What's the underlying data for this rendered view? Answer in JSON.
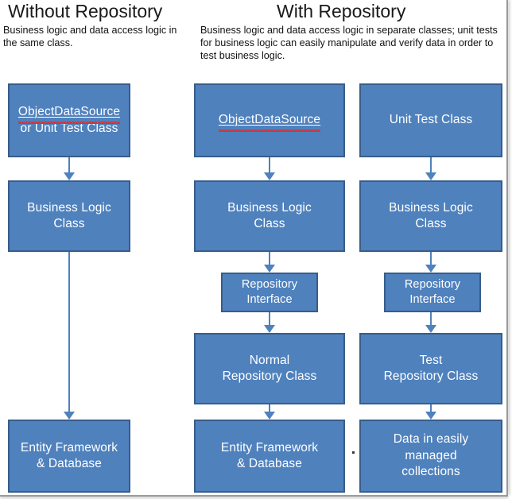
{
  "diagram": {
    "type": "flowchart",
    "title_left": "Without Repository",
    "title_right": "With Repository",
    "description_left": "Business logic and data access logic in the same class.",
    "description_right": "Business logic and data access logic in separate classes; unit tests for business logic can easily manipulate and verify data in order to test business logic.",
    "colors": {
      "node_fill": "#4F81BD",
      "node_border": "#385D8A",
      "node_text": "#FFFFFF",
      "arrow": "#4F81BD",
      "heading_text": "#1A1A1A",
      "spellcheck_underline": "#E03030",
      "page_frame": "#9A9A9A",
      "background": "#FFFFFF"
    },
    "columns": [
      {
        "id": "without-repository",
        "group": "Without Repository",
        "nodes": [
          {
            "id": "odsa-or-unit-test",
            "line1": "ObjectDataSource",
            "line2": "or Unit Test Class",
            "misspelled_first_line": true
          },
          {
            "id": "business-logic-class-1",
            "line1": "Business Logic",
            "line2": "Class",
            "misspelled_first_line": false
          },
          {
            "id": "entity-framework-database-1",
            "line1": "Entity Framework",
            "line2": "& Database",
            "misspelled_first_line": false
          }
        ]
      },
      {
        "id": "with-repository-normal",
        "group": "With Repository",
        "nodes": [
          {
            "id": "objectdatasource",
            "line1": "ObjectDataSource",
            "line2": "",
            "misspelled_first_line": true
          },
          {
            "id": "business-logic-class-2",
            "line1": "Business Logic",
            "line2": "Class",
            "misspelled_first_line": false
          },
          {
            "id": "repository-interface-1",
            "line1": "Repository",
            "line2": "Interface",
            "misspelled_first_line": false
          },
          {
            "id": "normal-repository-class",
            "line1": "Normal",
            "line2": "Repository Class",
            "misspelled_first_line": false
          },
          {
            "id": "entity-framework-database-2",
            "line1": "Entity Framework",
            "line2": "& Database",
            "misspelled_first_line": false
          }
        ]
      },
      {
        "id": "with-repository-test",
        "group": "With Repository",
        "nodes": [
          {
            "id": "unit-test-class",
            "line1": "Unit Test Class",
            "line2": "",
            "misspelled_first_line": false
          },
          {
            "id": "business-logic-class-3",
            "line1": "Business Logic",
            "line2": "Class",
            "misspelled_first_line": false
          },
          {
            "id": "repository-interface-2",
            "line1": "Repository",
            "line2": "Interface",
            "misspelled_first_line": false
          },
          {
            "id": "test-repository-class",
            "line1": "Test",
            "line2": "Repository Class",
            "misspelled_first_line": false
          },
          {
            "id": "data-in-collections",
            "line1": "Data in easily",
            "line2": "managed",
            "line3": "collections",
            "misspelled_first_line": false
          }
        ]
      }
    ]
  }
}
